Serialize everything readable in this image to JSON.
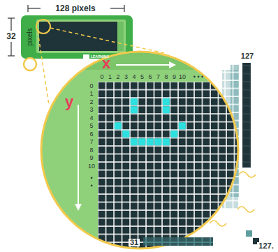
{
  "diagram": {
    "labels": [
      "128 pixels",
      "32",
      "pixels",
      "LEARNING",
      "x",
      "y",
      "0",
      "1",
      "2",
      "3",
      "4",
      "5",
      "6",
      "7",
      "8",
      "9",
      "10",
      "• • •",
      "0",
      "1",
      "2",
      "3",
      "4",
      "5",
      "6",
      "7",
      "8",
      "9",
      "10",
      "•",
      "•",
      "127",
      "31",
      "127."
    ]
  }
}
